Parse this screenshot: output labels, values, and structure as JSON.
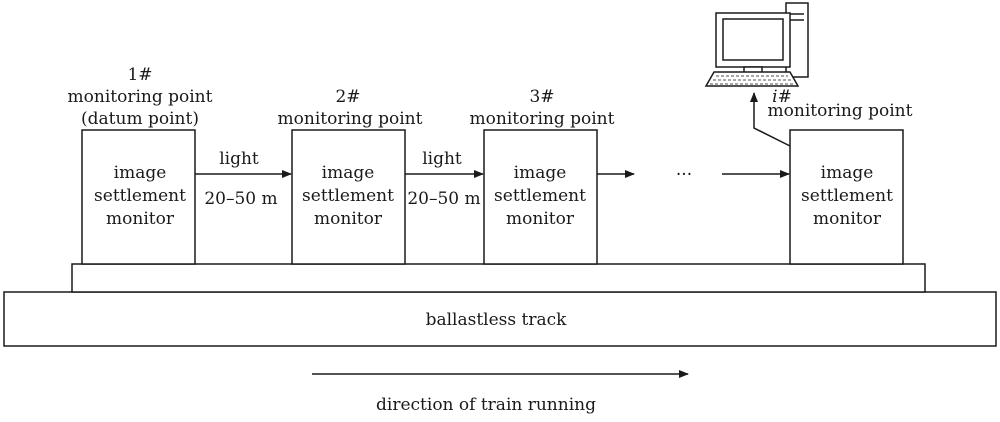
{
  "monitors": [
    {
      "id_label": "1#",
      "title": "monitoring point",
      "subtitle": "(datum point)",
      "body": [
        "image",
        "settlement",
        "monitor"
      ]
    },
    {
      "id_label": "2#",
      "title": "monitoring point",
      "body": [
        "image",
        "settlement",
        "monitor"
      ]
    },
    {
      "id_label": "3#",
      "title": "monitoring point",
      "body": [
        "image",
        "settlement",
        "monitor"
      ]
    },
    {
      "id_label": "i#",
      "title": "monitoring point",
      "body": [
        "image",
        "settlement",
        "monitor"
      ]
    }
  ],
  "links": [
    {
      "label": "light",
      "distance": "20–50 m"
    },
    {
      "label": "light",
      "distance": "20–50 m"
    }
  ],
  "ellipsis": "···",
  "track": {
    "label": "ballastless track"
  },
  "direction": {
    "label": "direction of train running"
  },
  "computer_icon": "desktop-computer-icon"
}
